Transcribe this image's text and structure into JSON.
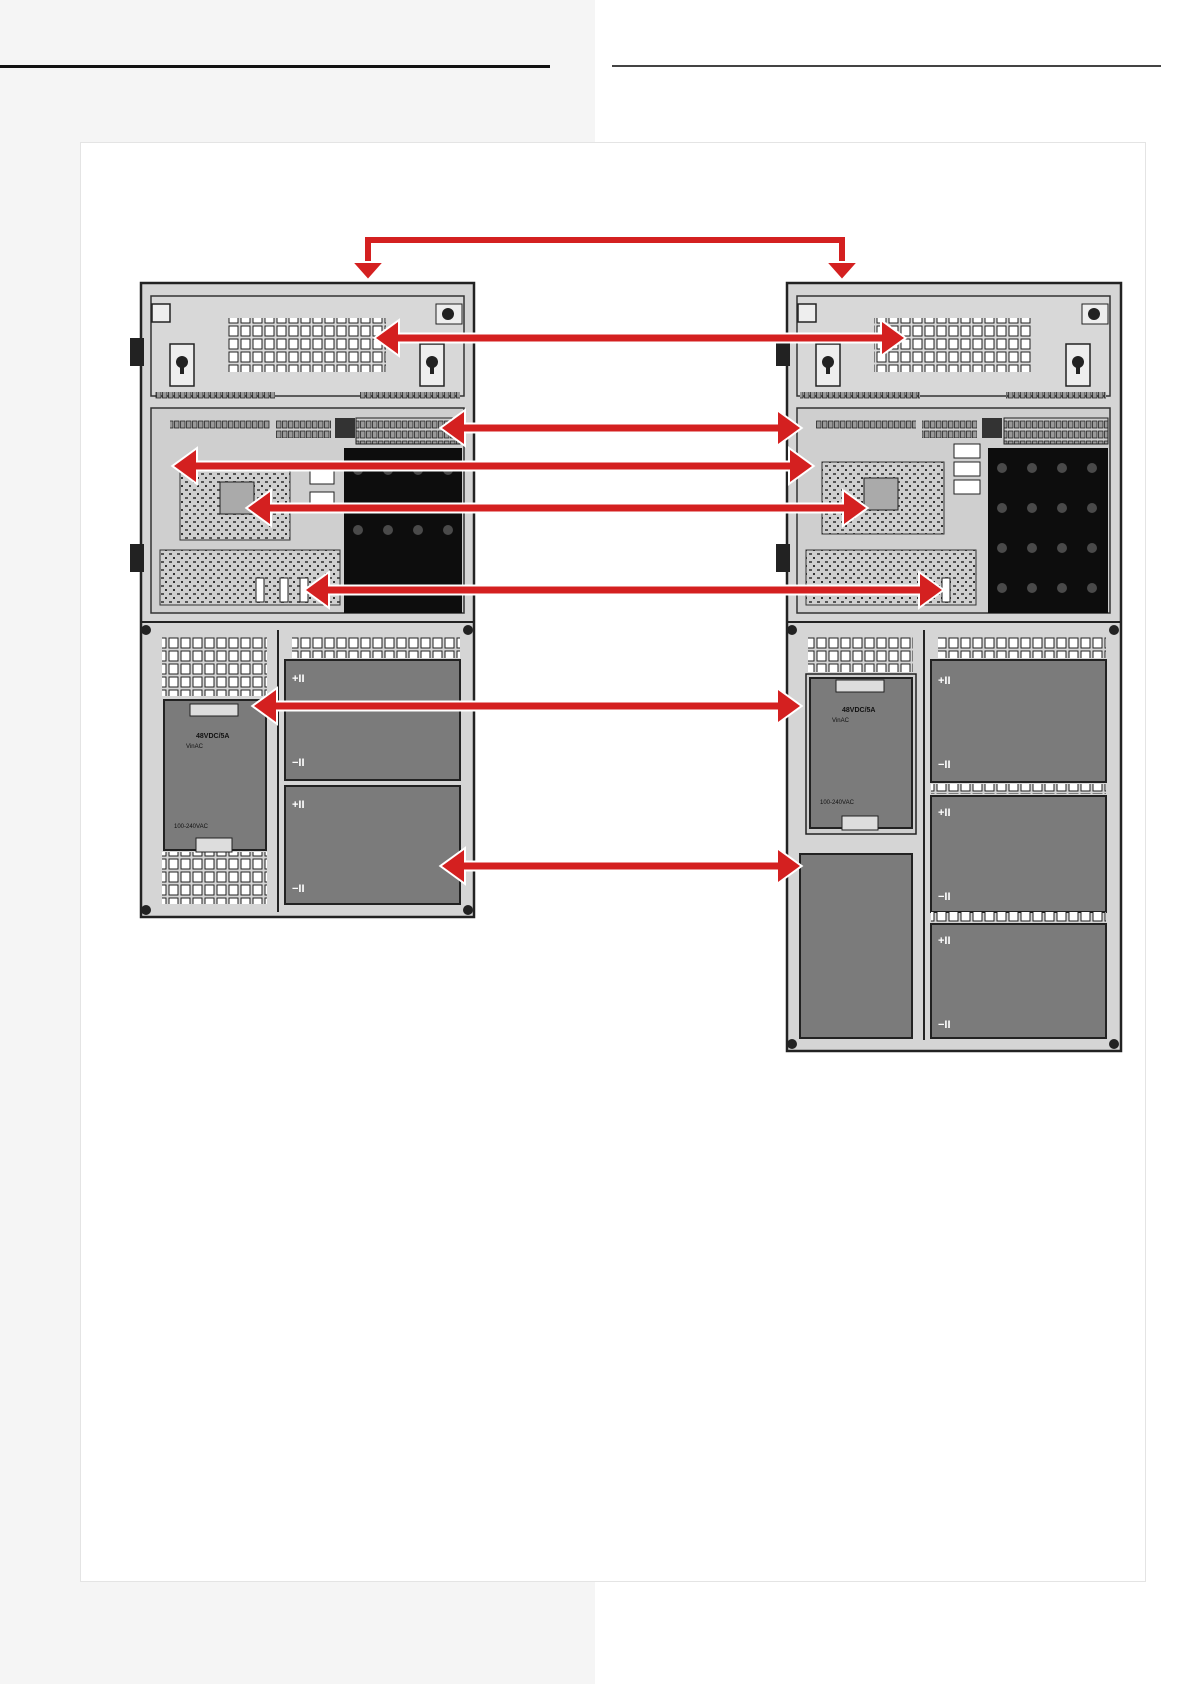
{
  "colors": {
    "page_band": "#f5f5f5",
    "frame": "#ffffff",
    "cabinet_fill": "#d5d5d5",
    "cabinet_outline": "#222222",
    "module_fill": "#7b7b7b",
    "relay_bank_fill": "#0d0d0d",
    "arrow": "#d42020",
    "arrow_outline": "#ffffff"
  },
  "icons": {
    "arrow": "double-headed-arrow-icon",
    "keyhole": "keyhole-icon",
    "screw": "screw-icon"
  },
  "diagram": {
    "description_type": "cabinet-comparison",
    "left_cabinet": {
      "modules": [
        "psu-module",
        "battery-module",
        "battery-module"
      ],
      "relay_rows": 2
    },
    "right_cabinet": {
      "modules": [
        "psu-module",
        "battery-module",
        "battery-module",
        "battery-module",
        "battery-module"
      ],
      "relay_rows": 4
    },
    "psu_label": "48VDC/5A",
    "psu_sub_label": "VinAC",
    "psu_input_label": "100-240VAC",
    "battery_plus": "+II",
    "battery_minus": "−II",
    "connection_count": 8
  }
}
